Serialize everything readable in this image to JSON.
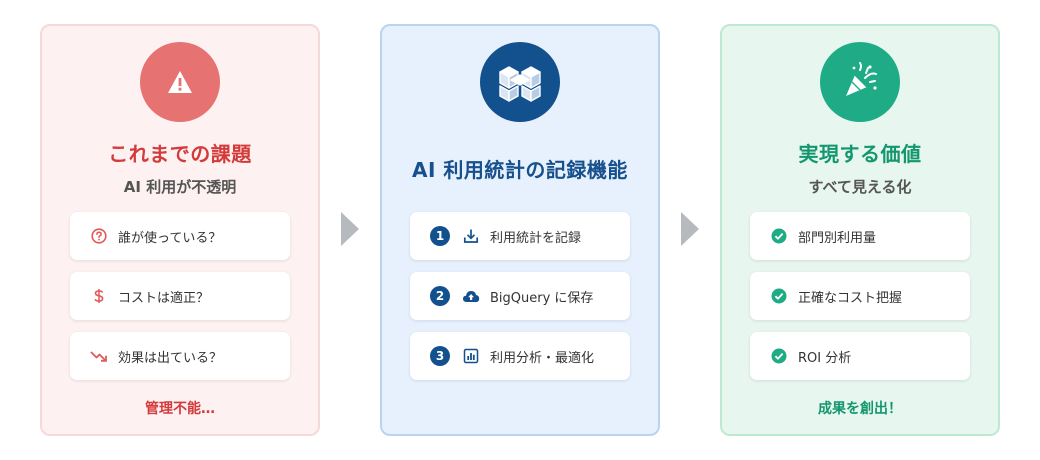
{
  "cards": [
    {
      "title": "これまでの課題",
      "subtitle": "AI 利用が不透明",
      "icon": "warning-icon",
      "color": "#e77272",
      "items": [
        {
          "label": "誰が使っている？",
          "icon": "question-icon"
        },
        {
          "label": "コストは適正？",
          "icon": "dollar-icon"
        },
        {
          "label": "効果は出ている？",
          "icon": "trend-down-icon"
        }
      ],
      "footer": "管理不能…"
    },
    {
      "title": "AI 利用統計の記録機能",
      "icon": "bigquery-cube-icon",
      "color": "#12518e",
      "items": [
        {
          "number": "1",
          "label": "利用統計を記録",
          "icon": "download-icon"
        },
        {
          "number": "2",
          "label": "BigQuery に保存",
          "icon": "cloud-upload-icon"
        },
        {
          "number": "3",
          "label": "利用分析・最適化",
          "icon": "bar-chart-icon"
        }
      ]
    },
    {
      "title": "実現する価値",
      "subtitle": "すべて見える化",
      "icon": "party-popper-icon",
      "color": "#1eab86",
      "items": [
        {
          "label": "部門別利用量",
          "icon": "check-circle-icon"
        },
        {
          "label": "正確なコスト把握",
          "icon": "check-circle-icon"
        },
        {
          "label": "ROI 分析",
          "icon": "check-circle-icon"
        }
      ],
      "footer": "成果を創出！"
    }
  ]
}
